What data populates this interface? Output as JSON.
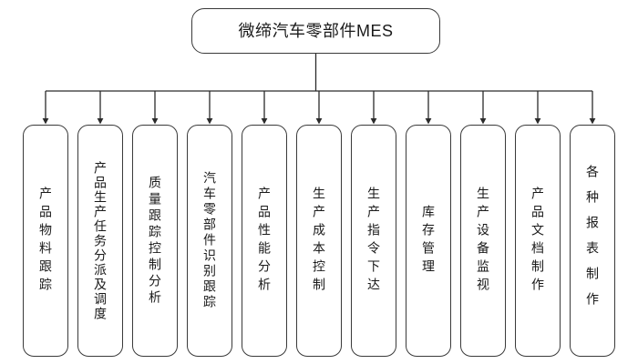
{
  "diagram": {
    "title": "微缔汽车零部件MES",
    "root": {
      "label": "微缔汽车零部件MES"
    },
    "style": {
      "background": "#ffffff",
      "border_color": "#3a3a3a",
      "text_color": "#1a1a1a",
      "connector_color": "#2b2b2b"
    },
    "nodes": [
      {
        "label": "产品物料跟踪",
        "spacing": 6
      },
      {
        "label": "产品生产任务分派及调度",
        "spacing": 2
      },
      {
        "label": "质量跟踪控制分析",
        "spacing": 4
      },
      {
        "label": "汽车零部件识别跟踪",
        "spacing": 3
      },
      {
        "label": "产品性能分析",
        "spacing": 6
      },
      {
        "label": "生产成本控制",
        "spacing": 6
      },
      {
        "label": "生产指令下达",
        "spacing": 6
      },
      {
        "label": "库存管理",
        "spacing": 6
      },
      {
        "label": "生产设备监视",
        "spacing": 6
      },
      {
        "label": "产品文档制作",
        "spacing": 6
      },
      {
        "label": "各种报表制作",
        "spacing": 14
      }
    ]
  }
}
